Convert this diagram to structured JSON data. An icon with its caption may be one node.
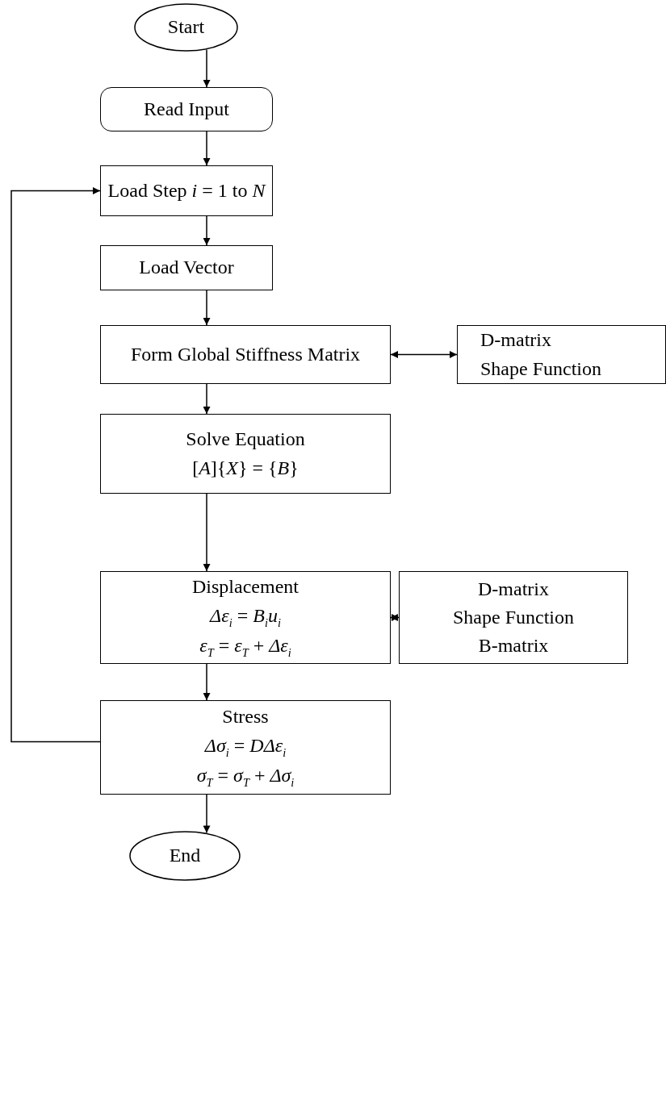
{
  "diagram": {
    "nodes": [
      {
        "text": [
          "Start"
        ]
      },
      {
        "text": [
          "Read Input"
        ]
      },
      {
        "text": [
          "Load Step *i* = 1 to *N*"
        ]
      },
      {
        "text": [
          "Load Vector"
        ]
      },
      {
        "text": [
          "Form Global Stiffness Matrix"
        ]
      },
      {
        "text": [
          "D-matrix",
          "Shape Function"
        ]
      },
      {
        "text": [
          "Solve Equation",
          "[*A*]{*X*} = {*B*}"
        ]
      },
      {
        "text": [
          "Displacement",
          "*Δε*$_{i}$ = *B*$_{i}$*u*$_{i}$",
          "*ε*$_{T}$ = *ε*$_{T}$ + *Δε*$_{i}$"
        ]
      },
      {
        "text": [
          "D-matrix",
          "Shape Function",
          "B-matrix"
        ]
      },
      {
        "text": [
          "Stress",
          "*Δσ*$_{i}$ = *DΔε*$_{i}$",
          "*σ*$_{T}$ = *σ*$_{T}$ + *Δσ*$_{i}$"
        ]
      },
      {
        "text": [
          "End"
        ]
      }
    ],
    "edges": [
      {
        "from": 0,
        "to": 1,
        "arrow": "to"
      },
      {
        "from": 1,
        "to": 2,
        "arrow": "to"
      },
      {
        "from": 2,
        "to": 3,
        "arrow": "to"
      },
      {
        "from": 3,
        "to": 4,
        "arrow": "to"
      },
      {
        "from": 4,
        "to": 5,
        "arrow": "both"
      },
      {
        "from": 4,
        "to": 6,
        "arrow": "to"
      },
      {
        "from": 6,
        "to": 7,
        "arrow": "to"
      },
      {
        "from": 7,
        "to": 8,
        "arrow": "both"
      },
      {
        "from": 7,
        "to": 9,
        "arrow": "to"
      },
      {
        "from": 9,
        "to": 2,
        "arrow": "to"
      },
      {
        "from": 9,
        "to": 10,
        "arrow": "to"
      }
    ]
  }
}
